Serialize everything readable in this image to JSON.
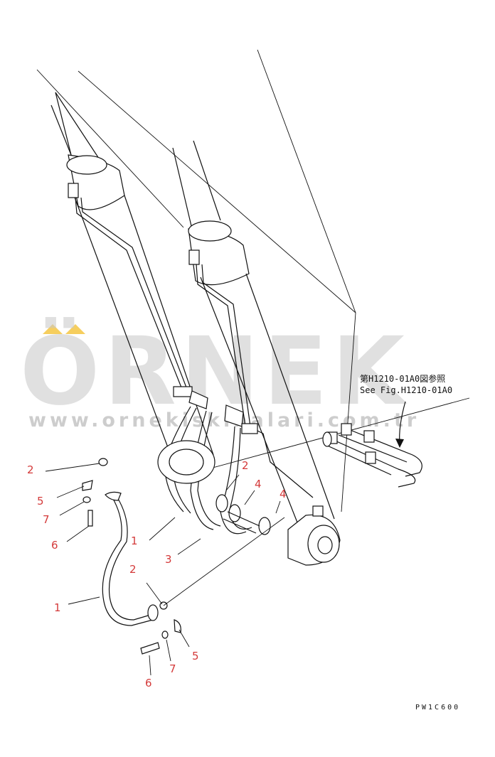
{
  "watermark": {
    "brand": "ÖRNEK",
    "website": "www.ornekiskinalari.com.tr",
    "accent_color": "#f5c542",
    "text_color": "#c8c8c8"
  },
  "reference_note": {
    "line_jp": "第H1210-01A0図参照",
    "line_en": "See Fig.H1210-01A0"
  },
  "drawing_code": "PW1C600",
  "callouts": [
    {
      "id": "c2a",
      "label": "2"
    },
    {
      "id": "c5a",
      "label": "5"
    },
    {
      "id": "c7a",
      "label": "7"
    },
    {
      "id": "c6a",
      "label": "6"
    },
    {
      "id": "c1a",
      "label": "1"
    },
    {
      "id": "c2b",
      "label": "2"
    },
    {
      "id": "c1b",
      "label": "1"
    },
    {
      "id": "c3",
      "label": "3"
    },
    {
      "id": "c2c",
      "label": "2"
    },
    {
      "id": "c4a",
      "label": "4"
    },
    {
      "id": "c4b",
      "label": "4"
    },
    {
      "id": "c5b",
      "label": "5"
    },
    {
      "id": "c7b",
      "label": "7"
    },
    {
      "id": "c6b",
      "label": "6"
    }
  ]
}
